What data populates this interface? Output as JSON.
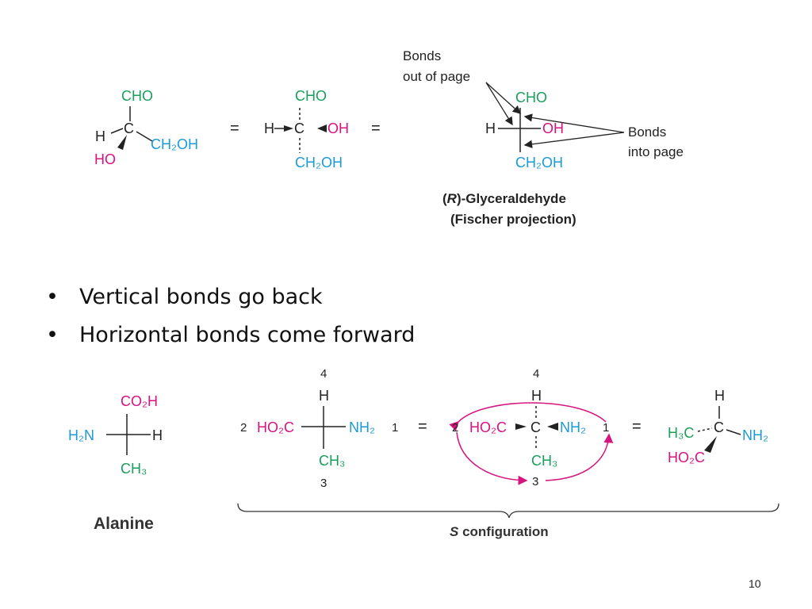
{
  "top_diagram": {
    "wedge": {
      "cho": "CHO",
      "h": "H",
      "c": "C",
      "ho": "HO",
      "ch2oh": "CH₂OH"
    },
    "eq1": "=",
    "middle": {
      "cho": "CHO",
      "h": "H",
      "c": "C",
      "oh": "OH",
      "ch2oh": "CH₂OH"
    },
    "eq2": "=",
    "fischer": {
      "cho": "CHO",
      "h": "H",
      "oh": "OH",
      "ch2oh": "CH₂OH"
    },
    "label_out": [
      "Bonds",
      "out of page"
    ],
    "label_into": [
      "Bonds",
      "into page"
    ],
    "caption_name_prefix": "(",
    "caption_name_r": "R",
    "caption_name_suffix": ")-Glyceraldehyde",
    "caption_sub": "(Fischer projection)"
  },
  "bullets": [
    "Vertical bonds go back",
    "Horizontal bonds come forward"
  ],
  "bottom_diagram": {
    "alanine": {
      "co2h": "CO₂H",
      "h2n": "H₂N",
      "h": "H",
      "ch3": "CH₃",
      "label": "Alanine"
    },
    "fischer": {
      "p4": "4",
      "h": "H",
      "p2": "2",
      "ho2c": "HO₂C",
      "nh2": "NH₂",
      "p1": "1",
      "ch3": "CH₃",
      "p3": "3"
    },
    "eq1": "=",
    "wedge": {
      "p4": "4",
      "h": "H",
      "p2": "2",
      "ho2c": "HO₂C",
      "c": "C",
      "nh2": "NH₂",
      "p1": "1",
      "ch3": "CH₃",
      "p3": "3"
    },
    "eq2": "=",
    "perspective": {
      "h": "H",
      "h3c": "H₃C",
      "c": "C",
      "nh2": "NH₂",
      "ho2c": "HO₂C"
    },
    "caption_s": "S",
    "caption_rest": " configuration"
  },
  "page_number": "10",
  "colors": {
    "green": "#1a9e5c",
    "magenta": "#d6137f",
    "cyan": "#1c9ad6"
  }
}
